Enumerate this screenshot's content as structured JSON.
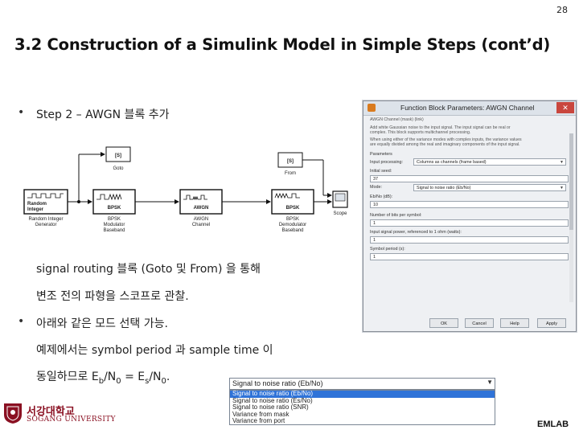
{
  "page_number": "28",
  "title": "3.2 Construction of a Simulink Model in Simple Steps (cont’d)",
  "bullets": {
    "step2": "Step 2 – AWGN 블록 추가",
    "routing_line1": "signal routing 블록 (Goto 및 From) 을 통해",
    "routing_line2": "변조 전의 파형을 스코프로 관찰.",
    "modes_line1": "아래와 같은 모드 선택 가능.",
    "modes_line2": "예제에서는 symbol period 과 sample time 이",
    "modes_line3_prefix": "동일하므로 E",
    "modes_sub_b": "b",
    "modes_mid1": "/N",
    "modes_sub_0a": "0",
    "modes_mid2": " = E",
    "modes_sub_s": "s",
    "modes_mid3": "/N",
    "modes_sub_0b": "0",
    "modes_end": "."
  },
  "diagram": {
    "goto_tag": "[S]",
    "goto_label": "Goto",
    "from_tag": "[S]",
    "from_label": "From",
    "random_integer_inner": "Random\nInteger",
    "random_integer_label1": "Random Integer",
    "random_integer_label2": "Generator",
    "bpsk_mod_inner": "BPSK",
    "bpsk_mod_label1": "BPSK",
    "bpsk_mod_label2": "Modulator",
    "bpsk_mod_label3": "Baseband",
    "awgn_inner": "AWGN",
    "awgn_label1": "AWGN",
    "awgn_label2": "Channel",
    "bpsk_demod_inner": "BPSK",
    "bpsk_demod_label1": "BPSK",
    "bpsk_demod_label2": "Demodulator",
    "bpsk_demod_label3": "Baseband",
    "scope_label": "Scope"
  },
  "dialog": {
    "title": "Function Block Parameters: AWGN Channel",
    "close": "✕",
    "section_header": "AWGN Channel (mask) (link)",
    "desc1": "Add white Gaussian noise to the input signal. The input signal can be real or",
    "desc2": "complex. This block supports multichannel processing.",
    "desc3": "When using either of the variance modes with complex inputs, the variance values",
    "desc4": "are equally divided among the real and imaginary components of the input signal.",
    "params_header": "Parameters",
    "input_processing_label": "Input processing:",
    "input_processing_value": "Columns as channels (frame based)",
    "seed_label": "Initial seed:",
    "seed_value": "37",
    "mode_label": "Mode:",
    "mode_value": "Signal to noise ratio (Eb/No)",
    "ebno_label": "Eb/No (dB):",
    "ebno_value": "10",
    "bits_label": "Number of bits per symbol:",
    "bits_value": "1",
    "power_label": "Input signal power, referenced to 1 ohm (watts):",
    "power_value": "1",
    "period_label": "Symbol period (s):",
    "period_value": "1",
    "buttons": [
      "OK",
      "Cancel",
      "Help",
      "Apply"
    ]
  },
  "dropdown": {
    "selected": "Signal to noise ratio  (Eb/No)",
    "options": [
      "Signal to noise ratio  (Eb/No)",
      "Signal to noise ratio  (Es/No)",
      "Signal to noise ratio  (SNR)",
      "Variance from mask",
      "Variance from port"
    ],
    "highlighted_index": 0
  },
  "footer": {
    "university_ko": "서강대학교",
    "university_en": "SOGANG UNIVERSITY",
    "lab": "EMLAB"
  },
  "colors": {
    "dropdown_highlight": "#2f73d8",
    "university": "#8a1022"
  }
}
